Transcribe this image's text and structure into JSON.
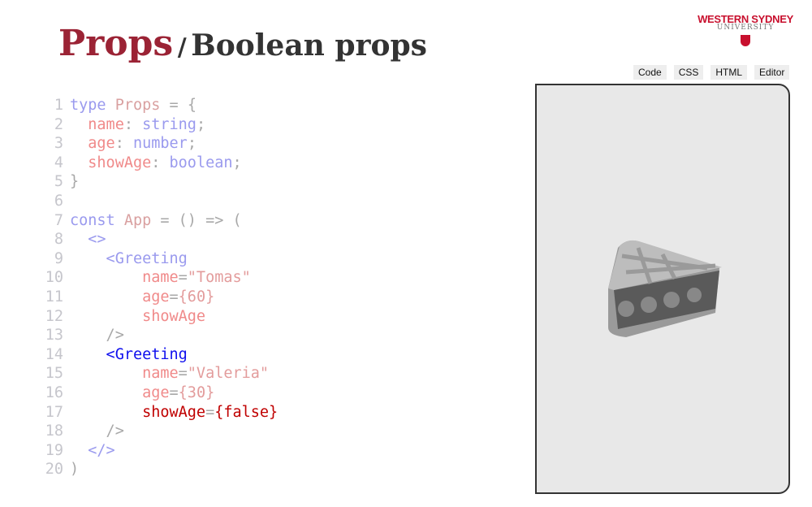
{
  "title": {
    "main": "Props",
    "separator": "/",
    "sub": "Boolean props"
  },
  "logo": {
    "line1": "WESTERN SYDNEY",
    "line2": "UNIVERSITY"
  },
  "tabs": [
    "Code",
    "CSS",
    "HTML",
    "Editor"
  ],
  "code": [
    [
      [
        "type ",
        "kw"
      ],
      [
        "Props",
        "id"
      ],
      [
        " = {",
        "pu"
      ]
    ],
    [
      [
        "  name",
        "pr"
      ],
      [
        ": ",
        "pu"
      ],
      [
        "string",
        "kw"
      ],
      [
        ";",
        "pu"
      ]
    ],
    [
      [
        "  age",
        "pr"
      ],
      [
        ": ",
        "pu"
      ],
      [
        "number",
        "kw"
      ],
      [
        ";",
        "pu"
      ]
    ],
    [
      [
        "  showAge",
        "pr"
      ],
      [
        ": ",
        "pu"
      ],
      [
        "boolean",
        "kw"
      ],
      [
        ";",
        "pu"
      ]
    ],
    [
      [
        "}",
        "pu"
      ]
    ],
    [],
    [
      [
        "const ",
        "kw"
      ],
      [
        "App",
        "id"
      ],
      [
        " = () => (",
        "pu"
      ]
    ],
    [
      [
        "  <>",
        "kw"
      ]
    ],
    [
      [
        "    <Greeting",
        "kw"
      ]
    ],
    [
      [
        "        name",
        "pr"
      ],
      [
        "=",
        "pu"
      ],
      [
        "\"Tomas\"",
        "st"
      ]
    ],
    [
      [
        "        age",
        "pr"
      ],
      [
        "=",
        "pu"
      ],
      [
        "{60}",
        "st"
      ]
    ],
    [
      [
        "        showAge",
        "pr"
      ]
    ],
    [
      [
        "    />",
        "pu"
      ]
    ],
    [
      [
        "    <Greeting",
        "hb"
      ]
    ],
    [
      [
        "        name",
        "pr"
      ],
      [
        "=",
        "pu"
      ],
      [
        "\"Valeria\"",
        "st"
      ]
    ],
    [
      [
        "        age",
        "pr"
      ],
      [
        "=",
        "pu"
      ],
      [
        "{30}",
        "st"
      ]
    ],
    [
      [
        "        showAge",
        "hr"
      ],
      [
        "=",
        "pu"
      ],
      [
        "{false}",
        "hr"
      ]
    ],
    [
      [
        "    />",
        "pu"
      ]
    ],
    [
      [
        "  </>",
        "kw"
      ]
    ],
    [
      [
        ")",
        "pu"
      ]
    ]
  ],
  "preview": {
    "icon": "pie-icon"
  }
}
